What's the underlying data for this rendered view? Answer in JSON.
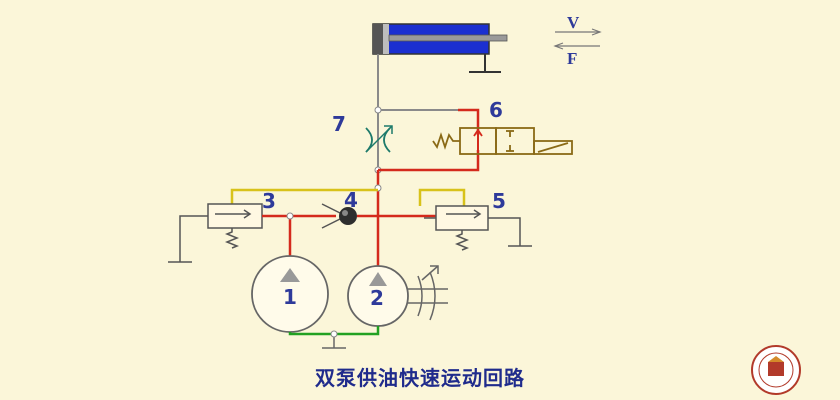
{
  "labels": {
    "pump_large": "1",
    "pump_small": "2",
    "relief_valve": "3",
    "check_valve": "4",
    "unloading_valve": "5",
    "solenoid_valve": "6",
    "throttle_valve": "7"
  },
  "legend": {
    "velocity": "V",
    "force": "F"
  },
  "caption": "双泵供油快速运动回路",
  "colors": {
    "pressure_line": "#d42a1c",
    "pilot_line": "#d8c21a",
    "suction_line": "#22a122",
    "return_line": "#8a8a8a",
    "cylinder": "#1b2fd0",
    "valve_outline": "#8a6a16",
    "label": "#2e3a9a"
  }
}
